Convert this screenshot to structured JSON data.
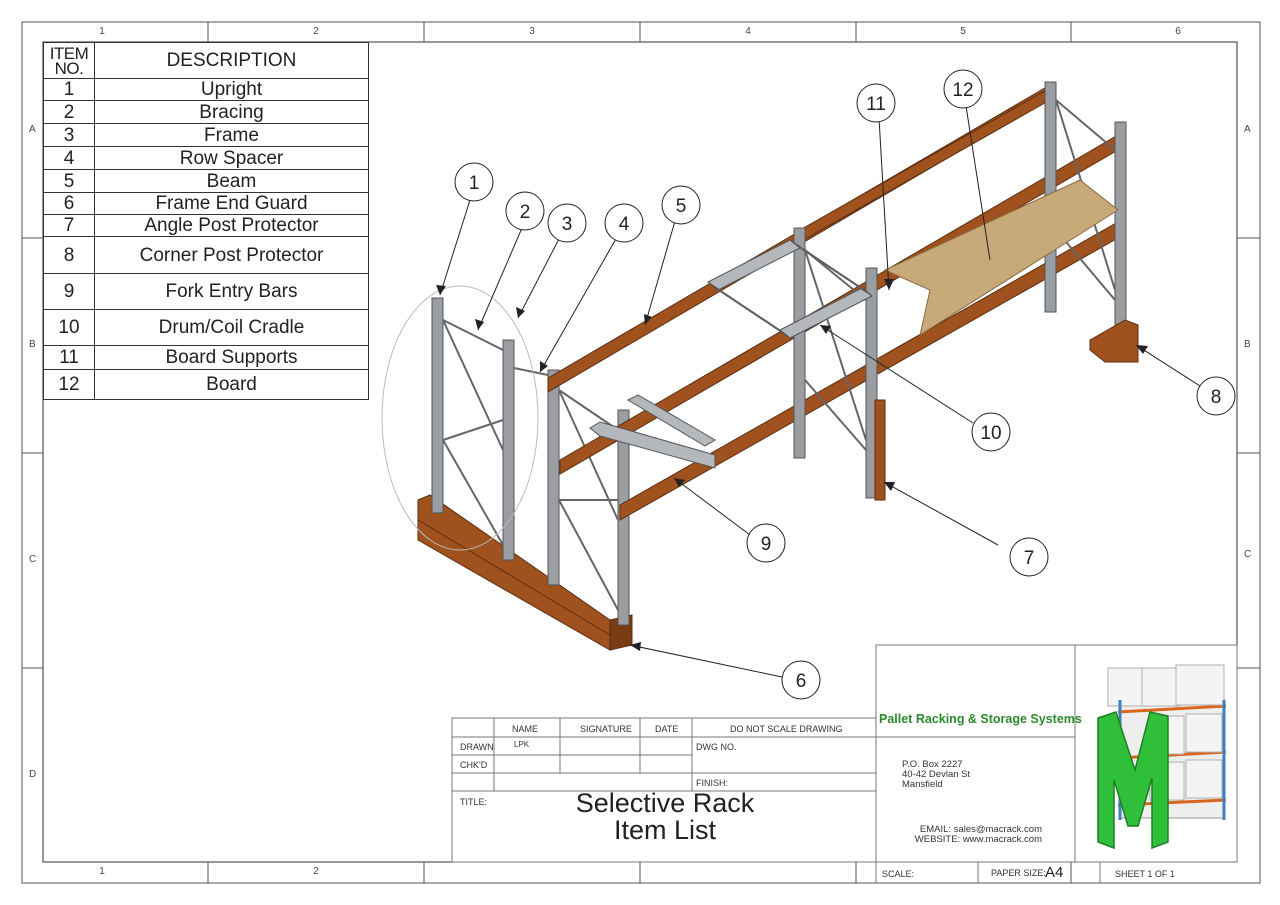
{
  "zones": {
    "columns": [
      "1",
      "2",
      "3",
      "4",
      "5",
      "6"
    ],
    "rows": [
      "A",
      "B",
      "C",
      "D"
    ]
  },
  "bom": {
    "header_item": "ITEM NO.",
    "header_item_line1": "ITEM",
    "header_item_line2": "NO.",
    "header_description": "DESCRIPTION",
    "rows": [
      {
        "no": "1",
        "desc": "Upright"
      },
      {
        "no": "2",
        "desc": "Bracing"
      },
      {
        "no": "3",
        "desc": "Frame"
      },
      {
        "no": "4",
        "desc": "Row Spacer"
      },
      {
        "no": "5",
        "desc": "Beam"
      },
      {
        "no": "6",
        "desc": "Frame End Guard"
      },
      {
        "no": "7",
        "desc": "Angle Post Protector"
      },
      {
        "no": "8",
        "desc": "Corner Post Protector"
      },
      {
        "no": "9",
        "desc": "Fork Entry Bars"
      },
      {
        "no": "10",
        "desc": "Drum/Coil Cradle"
      },
      {
        "no": "11",
        "desc": "Board Supports"
      },
      {
        "no": "12",
        "desc": "Board"
      }
    ]
  },
  "callouts": [
    "1",
    "2",
    "3",
    "4",
    "5",
    "6",
    "7",
    "8",
    "9",
    "10",
    "11",
    "12"
  ],
  "title_block": {
    "col_name": "NAME",
    "col_signature": "SIGNATURE",
    "col_date": "DATE",
    "do_not_scale": "DO NOT SCALE DRAWING",
    "drawn_label": "DRAWN",
    "drawn_name": "LPK",
    "chkd_label": "CHK'D",
    "dwg_no_label": "DWG NO.",
    "finish_label": "FINISH:",
    "title_label": "TITLE:",
    "title_line1": "Selective Rack",
    "title_line2": "Item List",
    "company": "Pallet Racking & Storage Systems",
    "address_line1": "P.O. Box 2227",
    "address_line2": "40-42 Devlan St",
    "address_line3": "Mansfield",
    "email": "EMAIL: sales@macrack.com",
    "website": "WEBSITE: www.macrack.com",
    "scale_label": "SCALE:",
    "paper_size_label": "PAPER SIZE:",
    "paper_size_value": "A4",
    "sheet": "SHEET 1 OF 1"
  },
  "colors": {
    "beam": "#a0521e",
    "steel": "#8a8d92",
    "board": "#c8a97a",
    "brand_green": "#2c8a2c",
    "line": "#333333"
  }
}
